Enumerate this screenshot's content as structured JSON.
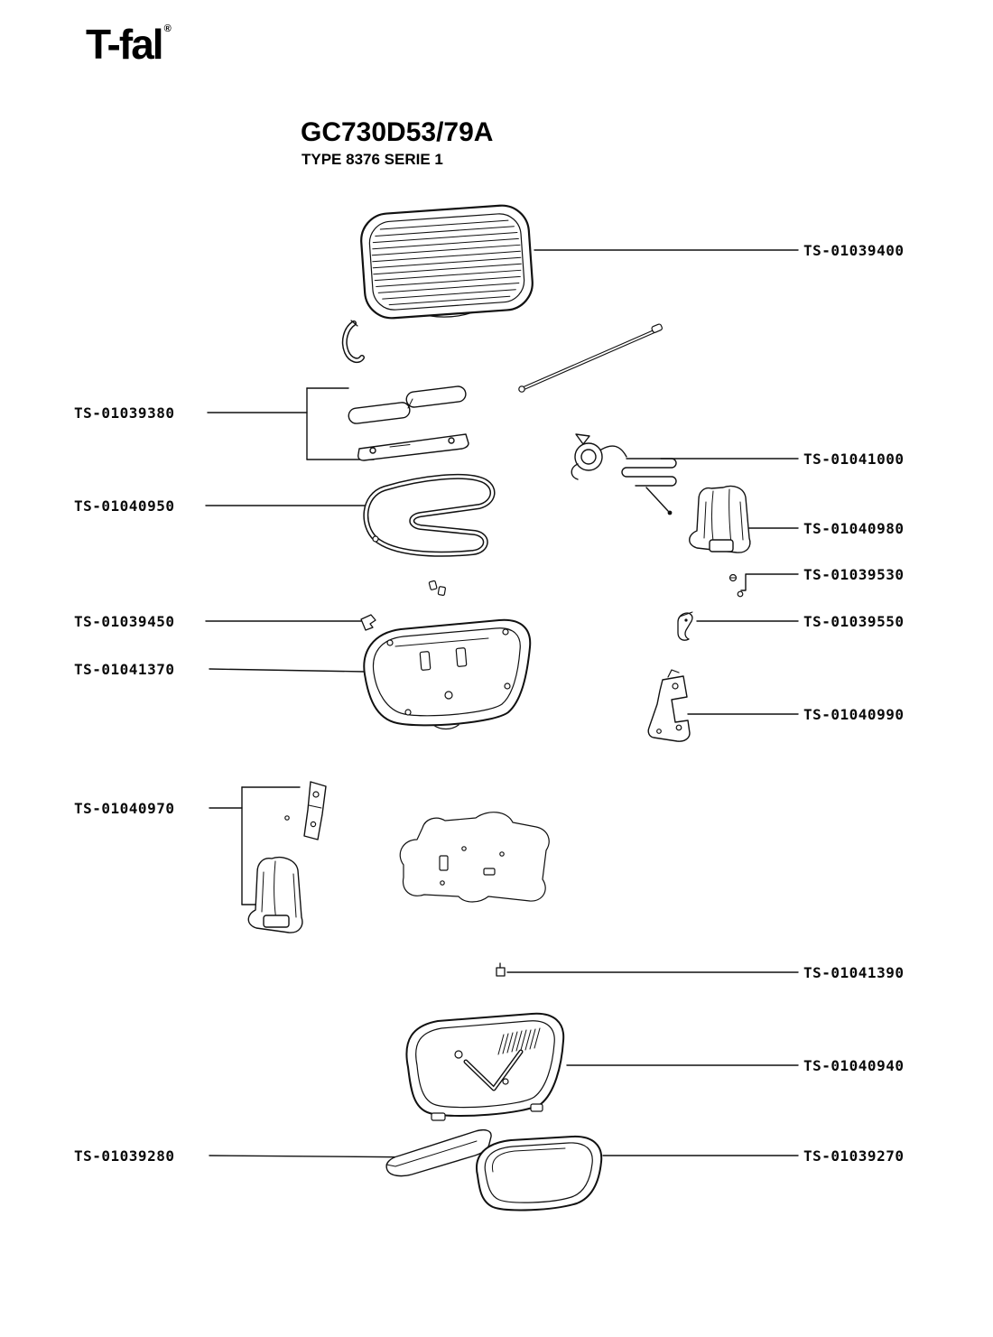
{
  "header": {
    "logo": "T-fal",
    "registered": "®",
    "title": "GC730D53/79A",
    "subtitle": "TYPE 8376 SERIE 1"
  },
  "labels": {
    "left": [
      {
        "id": "TS-01039380"
      },
      {
        "id": "TS-01040950"
      },
      {
        "id": "TS-01039450"
      },
      {
        "id": "TS-01041370"
      },
      {
        "id": "TS-01040970"
      },
      {
        "id": "TS-01039280"
      }
    ],
    "right": [
      {
        "id": "TS-01039400"
      },
      {
        "id": "TS-01041000"
      },
      {
        "id": "TS-01040980"
      },
      {
        "id": "TS-01039530"
      },
      {
        "id": "TS-01039550"
      },
      {
        "id": "TS-01040990"
      },
      {
        "id": "TS-01041390"
      },
      {
        "id": "TS-01040940"
      },
      {
        "id": "TS-01039270"
      }
    ]
  },
  "colors": {
    "line": "#111111",
    "background": "#ffffff"
  }
}
